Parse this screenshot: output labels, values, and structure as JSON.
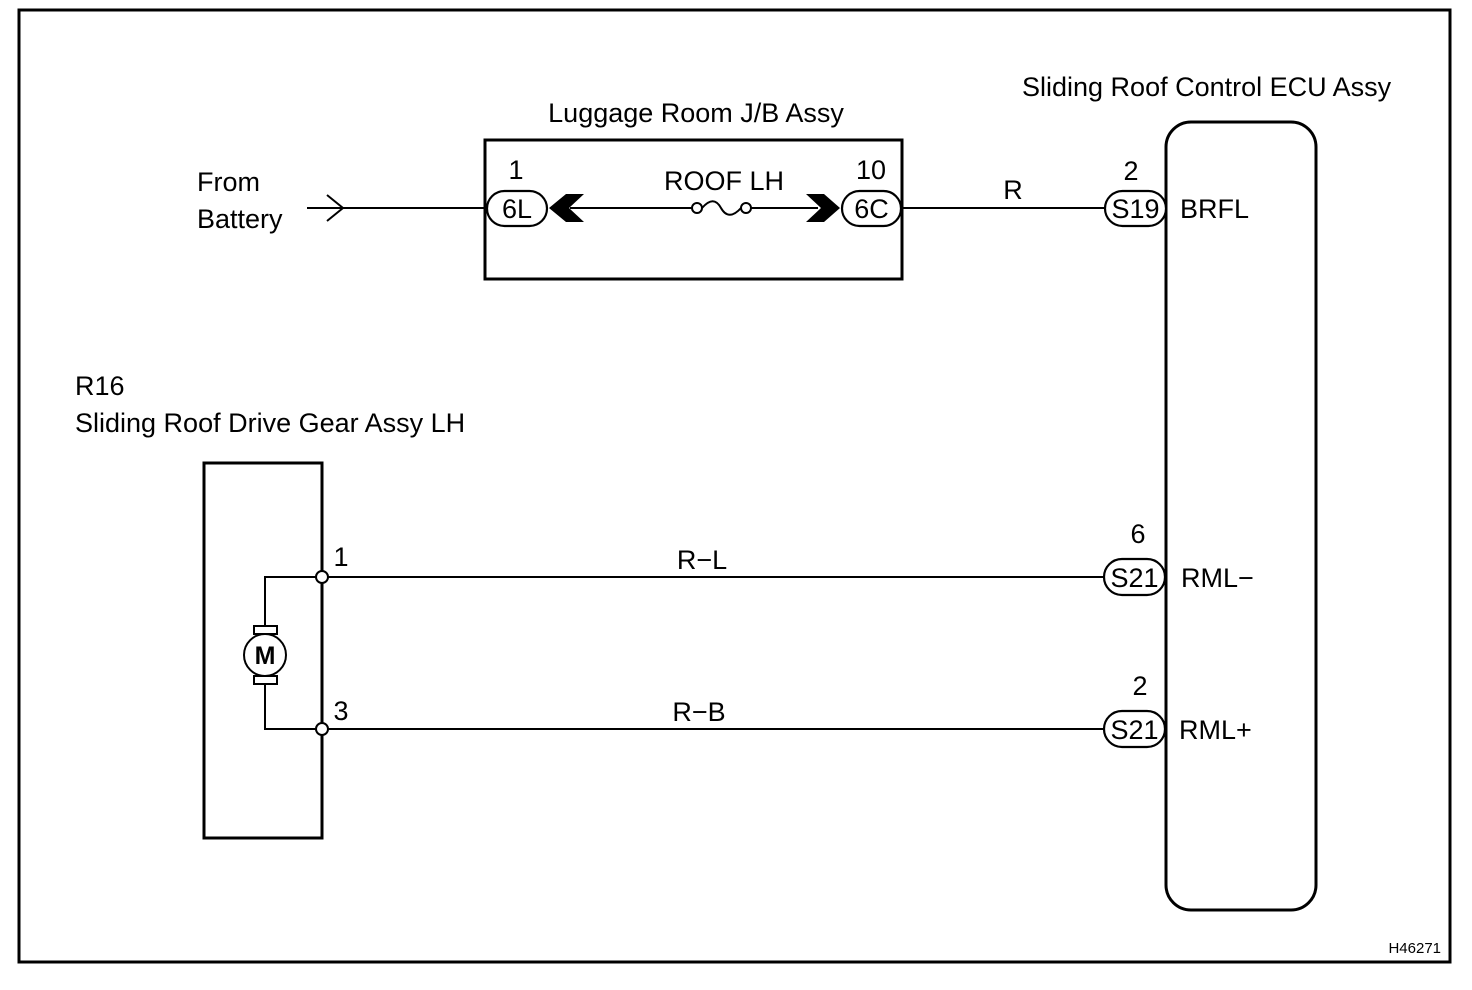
{
  "colors": {
    "ink": "#000000",
    "paper": "#ffffff"
  },
  "source": {
    "label_line1": "From",
    "label_line2": "Battery"
  },
  "junction_block": {
    "title": "Luggage Room J/B Assy",
    "fuse": "ROOF LH",
    "in_connector": {
      "pin": "1",
      "code": "6L"
    },
    "out_connector": {
      "pin": "10",
      "code": "6C"
    }
  },
  "ecu": {
    "title": "Sliding Roof Control ECU Assy",
    "terminals": [
      {
        "pin": "2",
        "connector": "S19",
        "signal": "BRFL",
        "wire_color": "R"
      },
      {
        "pin": "6",
        "connector": "S21",
        "signal": "RML−",
        "wire_color": "R−L"
      },
      {
        "pin": "2",
        "connector": "S21",
        "signal": "RML+",
        "wire_color": "R−B"
      }
    ]
  },
  "motor": {
    "code": "R16",
    "title": "Sliding Roof Drive Gear Assy LH",
    "symbol": "M",
    "pins": [
      "1",
      "3"
    ]
  },
  "figure_code": "H46271"
}
